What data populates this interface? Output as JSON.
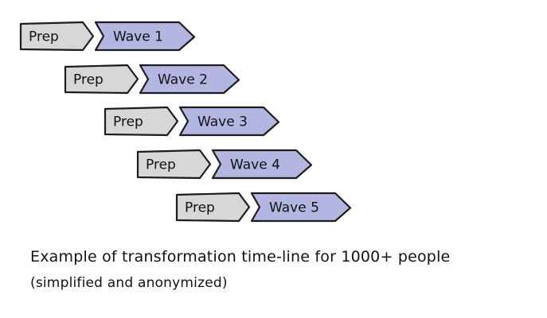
{
  "colors": {
    "prep_fill": "#d7d7d7",
    "wave_fill": "#b4b6e2",
    "outline": "#1c1c1c"
  },
  "rows": [
    {
      "prep_label": "Prep",
      "wave_label": "Wave 1"
    },
    {
      "prep_label": "Prep",
      "wave_label": "Wave 2"
    },
    {
      "prep_label": "Prep",
      "wave_label": "Wave 3"
    },
    {
      "prep_label": "Prep",
      "wave_label": "Wave 4"
    },
    {
      "prep_label": "Prep",
      "wave_label": "Wave 5"
    }
  ],
  "caption": {
    "line1": "Example of transformation time-line for 1000+ people",
    "line2": "(simplified and anonymized)"
  }
}
